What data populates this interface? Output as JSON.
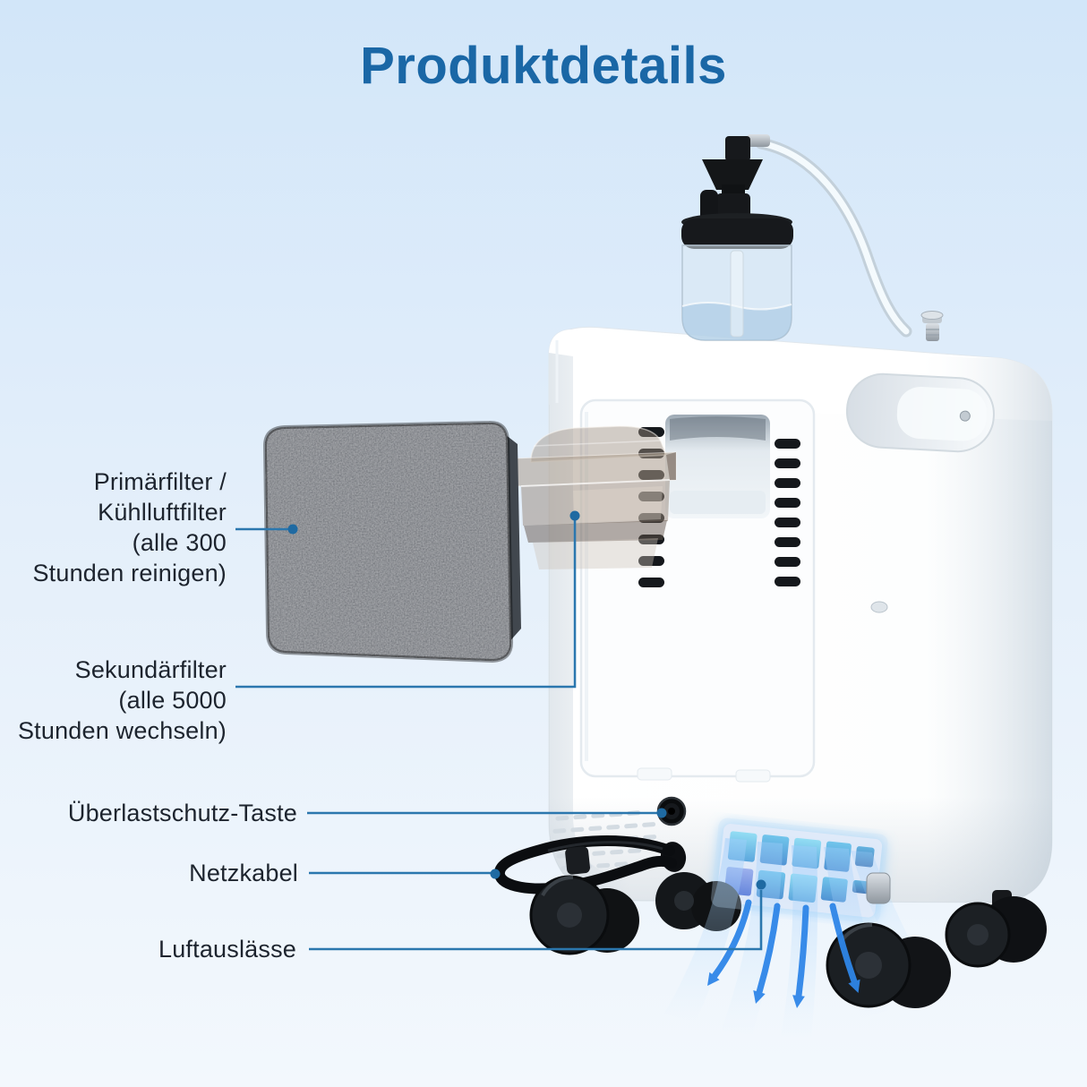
{
  "title": "Produktdetails",
  "labels": {
    "primary_filter": "Primärfilter /\nKühlluftfilter\n(alle 300\nStunden reinigen)",
    "secondary_filter": "Sekundärfilter\n(alle 5000\nStunden wechseln)",
    "overload_button": "Überlastschutz-Taste",
    "power_cable": "Netzkabel",
    "air_outlets": "Luftauslässe"
  },
  "colors": {
    "background_top": "#d2e6f9",
    "background_bottom": "#f3f8fd",
    "title": "#1a67a6",
    "label_text": "#1d242e",
    "leader_line": "#2b77ae",
    "leader_dot": "#1f6aa2",
    "airflow_arrow": "#2f86e8"
  }
}
